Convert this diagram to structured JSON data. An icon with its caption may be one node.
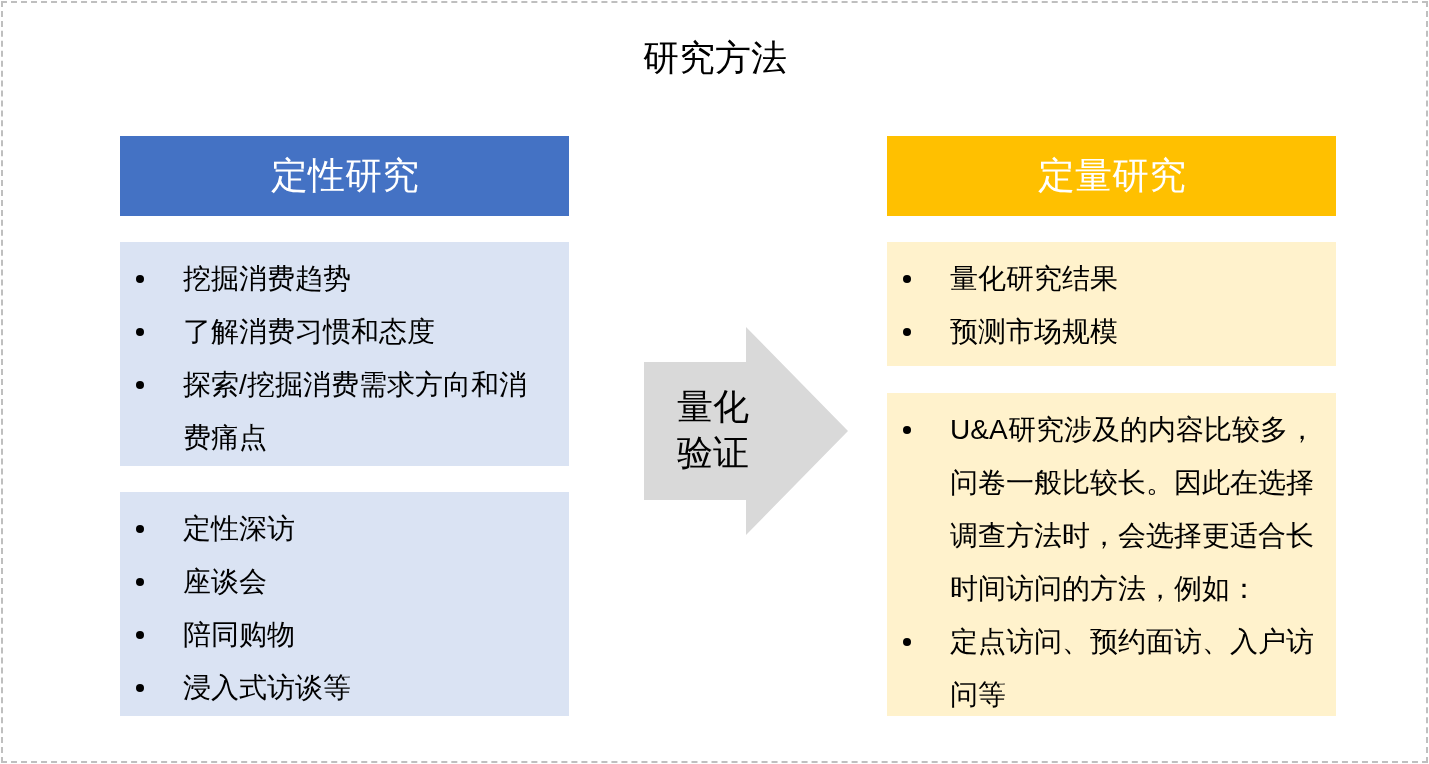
{
  "diagram": {
    "title": "研究方法",
    "nodes": [
      {
        "text": [
          "定性研究"
        ]
      },
      {
        "text": [
          "挖掘消费趋势",
          "了解消费习惯和态度",
          "探索/挖掘消费需求方向和消费痛点"
        ]
      },
      {
        "text": [
          "定性深访",
          "座谈会",
          "陪同购物",
          "浸入式访谈等"
        ]
      },
      {
        "text": [
          "量化验证"
        ]
      },
      {
        "text": [
          "定量研究"
        ]
      },
      {
        "text": [
          "量化研究结果",
          "预测市场规模"
        ]
      },
      {
        "text": [
          "U&A研究涉及的内容比较多，问卷一般比较长。因此在选择调查方法时，会选择更适合长时间访问的方法，例如：",
          "定点访问、预约面访、入户访问等"
        ]
      }
    ]
  }
}
